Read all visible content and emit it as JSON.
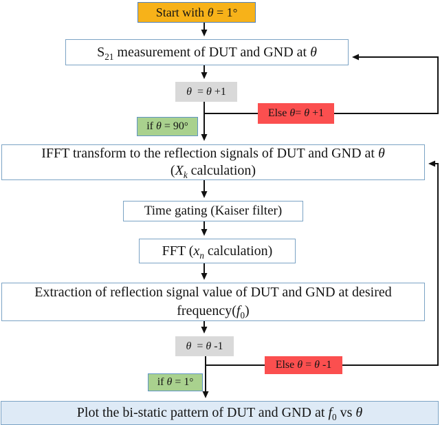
{
  "colors": {
    "start_fill": "#F7B219",
    "start_border": "#4F81BD",
    "box_border_blue": "#7AA2C4",
    "green_fill": "#A9D18E",
    "green_border": "#5E94C5",
    "red_fill": "#FB4F4F",
    "gray_fill": "#D9D9D9",
    "plot_fill": "#DEEAF6",
    "arrow_color": "#111111"
  },
  "nodes": {
    "start": {
      "pre": "Start with ",
      "theta": "θ",
      "mid": " = 1",
      "deg": "°"
    },
    "s21": {
      "s": "S",
      "sub": "21",
      "text": " measurement of DUT and GND at ",
      "theta": "θ"
    },
    "inc": {
      "t1": "θ",
      "eq": "  = ",
      "t2": "θ",
      "tail": " +1"
    },
    "if90": {
      "pre": "if ",
      "theta": "θ",
      "mid": " = 90",
      "deg": "°"
    },
    "else_inc": {
      "pre": "Else ",
      "t1": "θ",
      "eq": "= ",
      "t2": "θ",
      "tail": " +1"
    },
    "ifft": {
      "line1_pre": "IFFT transform to the reflection signals of DUT and GND at ",
      "line1_theta": "θ",
      "line2_open": "(",
      "line2_var": "X",
      "line2_sub": "k",
      "line2_rest": " calculation)"
    },
    "timegating": {
      "text": "Time gating (Kaiser filter)"
    },
    "fft": {
      "pre": "FFT (",
      "var": "x",
      "sub": "n",
      "rest": " calculation)"
    },
    "extraction": {
      "line1": "Extraction of reflection signal value of DUT and GND at desired",
      "line2_pre": "frequency(",
      "var": "f",
      "sub": "0",
      "close": ")"
    },
    "dec": {
      "t1": "θ",
      "eq": "  = ",
      "t2": "θ",
      "tail": " -1"
    },
    "if1": {
      "pre": "if ",
      "theta": "θ",
      "mid": " = 1",
      "deg": "°"
    },
    "else_dec": {
      "pre": "Else ",
      "t1": "θ",
      "eq": " = ",
      "t2": "θ",
      "tail": " -1"
    },
    "plot": {
      "pre": "Plot the bi-static pattern of DUT and GND at ",
      "var": "f",
      "sub": "0",
      "mid": " vs ",
      "theta": "θ"
    }
  }
}
